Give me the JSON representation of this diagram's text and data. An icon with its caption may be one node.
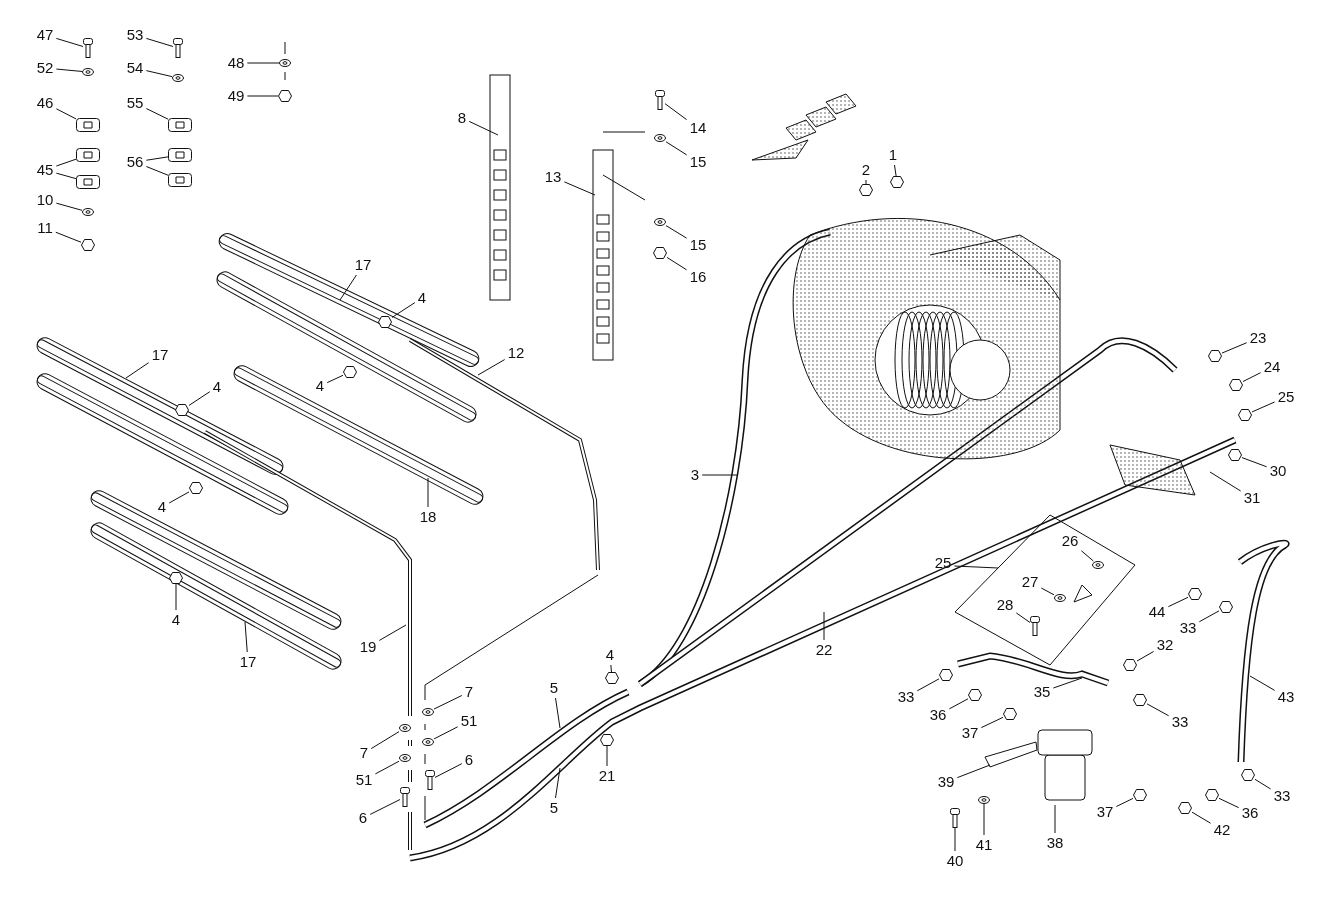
{
  "diagram": {
    "nodes": [
      {
        "text": [
          "47"
        ]
      },
      {
        "text": [
          "52"
        ]
      },
      {
        "text": [
          "46"
        ]
      },
      {
        "text": [
          "45"
        ]
      },
      {
        "text": [
          "10"
        ]
      },
      {
        "text": [
          "11"
        ]
      },
      {
        "text": [
          "53"
        ]
      },
      {
        "text": [
          "54"
        ]
      },
      {
        "text": [
          "55"
        ]
      },
      {
        "text": [
          "56"
        ]
      },
      {
        "text": [
          "48"
        ]
      },
      {
        "text": [
          "49"
        ]
      },
      {
        "text": [
          "8"
        ]
      },
      {
        "text": [
          "13"
        ]
      },
      {
        "text": [
          "14"
        ]
      },
      {
        "text": [
          "15"
        ]
      },
      {
        "text": [
          "15"
        ]
      },
      {
        "text": [
          "16"
        ]
      },
      {
        "text": [
          "2"
        ]
      },
      {
        "text": [
          "1"
        ]
      },
      {
        "text": [
          "17"
        ]
      },
      {
        "text": [
          "4"
        ]
      },
      {
        "text": [
          "12"
        ]
      },
      {
        "text": [
          "17"
        ]
      },
      {
        "text": [
          "4"
        ]
      },
      {
        "text": [
          "4"
        ]
      },
      {
        "text": [
          "3"
        ]
      },
      {
        "text": [
          "18"
        ]
      },
      {
        "text": [
          "4"
        ]
      },
      {
        "text": [
          "19"
        ]
      },
      {
        "text": [
          "4"
        ]
      },
      {
        "text": [
          "17"
        ]
      },
      {
        "text": [
          "23"
        ]
      },
      {
        "text": [
          "24"
        ]
      },
      {
        "text": [
          "25"
        ]
      },
      {
        "text": [
          "30"
        ]
      },
      {
        "text": [
          "31"
        ]
      },
      {
        "text": [
          "26"
        ],
        "in": 122
      },
      {
        "text": [
          "25"
        ]
      },
      {
        "text": [
          "27"
        ],
        "in": 122
      },
      {
        "text": [
          "28"
        ],
        "in": 122
      },
      {
        "text": [
          "44"
        ]
      },
      {
        "text": [
          "33"
        ]
      },
      {
        "text": [
          "22"
        ]
      },
      {
        "text": [
          "32"
        ]
      },
      {
        "text": [
          "4"
        ]
      },
      {
        "text": [
          "43"
        ]
      },
      {
        "text": [
          "5"
        ]
      },
      {
        "text": [
          "7"
        ]
      },
      {
        "text": [
          "33"
        ]
      },
      {
        "text": [
          "35"
        ]
      },
      {
        "text": [
          "33"
        ]
      },
      {
        "text": [
          "51"
        ]
      },
      {
        "text": [
          "36"
        ]
      },
      {
        "text": [
          "37"
        ]
      },
      {
        "text": [
          "7"
        ]
      },
      {
        "text": [
          "21"
        ]
      },
      {
        "text": [
          "51"
        ]
      },
      {
        "text": [
          "6"
        ]
      },
      {
        "text": [
          "5"
        ]
      },
      {
        "text": [
          "39"
        ]
      },
      {
        "text": [
          "37"
        ]
      },
      {
        "text": [
          "36"
        ]
      },
      {
        "text": [
          "33"
        ]
      },
      {
        "text": [
          "6"
        ]
      },
      {
        "text": [
          "42"
        ]
      },
      {
        "text": [
          "40"
        ]
      },
      {
        "text": [
          "41"
        ]
      },
      {
        "text": [
          "38"
        ]
      },
      {
        "text": [],
        "shape": "bolt"
      },
      {
        "text": [],
        "shape": "washer"
      },
      {
        "text": [],
        "shape": "clamp"
      },
      {
        "text": [],
        "shape": "clamp"
      },
      {
        "text": [],
        "shape": "clamp"
      },
      {
        "text": [],
        "shape": "washer"
      },
      {
        "text": [],
        "shape": "nut"
      },
      {
        "text": [],
        "shape": "bolt"
      },
      {
        "text": [],
        "shape": "washer"
      },
      {
        "text": [],
        "shape": "clamp"
      },
      {
        "text": [],
        "shape": "clamp"
      },
      {
        "text": [],
        "shape": "clamp"
      },
      {
        "text": [],
        "shape": "washer"
      },
      {
        "text": [],
        "shape": "nut"
      },
      {
        "text": [],
        "shape": "bolt"
      },
      {
        "text": [],
        "shape": "washer"
      },
      {
        "text": [],
        "shape": "washer"
      },
      {
        "text": [],
        "shape": "nut"
      },
      {
        "text": [],
        "shape": "nut"
      },
      {
        "text": [],
        "shape": "nut"
      },
      {
        "text": [],
        "shape": "nut"
      },
      {
        "text": [],
        "shape": "nut"
      },
      {
        "text": [],
        "shape": "nut"
      },
      {
        "text": [],
        "shape": "nut"
      },
      {
        "text": [],
        "shape": "nut"
      },
      {
        "text": [],
        "shape": "nut"
      },
      {
        "text": [],
        "shape": "nut"
      },
      {
        "text": [],
        "shape": "nut"
      },
      {
        "text": [],
        "shape": "nut"
      },
      {
        "text": [],
        "shape": "washer",
        "in": 122
      },
      {
        "text": [],
        "shape": "washer",
        "in": 122
      },
      {
        "text": [],
        "shape": "bolt",
        "in": 122
      },
      {
        "text": [],
        "shape": "nut"
      },
      {
        "text": [],
        "shape": "nut"
      },
      {
        "text": [],
        "shape": "nut"
      },
      {
        "text": [],
        "shape": "nut"
      },
      {
        "text": [],
        "shape": "washer"
      },
      {
        "text": [],
        "shape": "nut"
      },
      {
        "text": [],
        "shape": "nut"
      },
      {
        "text": [],
        "shape": "washer"
      },
      {
        "text": [],
        "shape": "nut"
      },
      {
        "text": [],
        "shape": "nut"
      },
      {
        "text": [],
        "shape": "washer"
      },
      {
        "text": [],
        "shape": "nut"
      },
      {
        "text": [],
        "shape": "washer"
      },
      {
        "text": [],
        "shape": "bolt"
      },
      {
        "text": [],
        "shape": "nut"
      },
      {
        "text": [],
        "shape": "nut"
      },
      {
        "text": [],
        "shape": "nut"
      },
      {
        "text": [],
        "shape": "bolt"
      },
      {
        "text": [],
        "shape": "nut"
      },
      {
        "text": [],
        "shape": "bolt"
      },
      {
        "text": [],
        "shape": "washer"
      },
      {
        "text": [],
        "shape": "bracket"
      }
    ],
    "edges": [
      {
        "from": 0,
        "to": 69,
        "arrow": "none"
      },
      {
        "from": 1,
        "to": 70,
        "arrow": "none"
      },
      {
        "from": 2,
        "to": 71,
        "arrow": "none"
      },
      {
        "from": 3,
        "to": 72,
        "arrow": "none"
      },
      {
        "from": 3,
        "to": 73,
        "arrow": "none"
      },
      {
        "from": 4,
        "to": 74,
        "arrow": "none"
      },
      {
        "from": 5,
        "to": 75,
        "arrow": "none"
      },
      {
        "from": 6,
        "to": 76,
        "arrow": "none"
      },
      {
        "from": 7,
        "to": 77,
        "arrow": "none"
      },
      {
        "from": 8,
        "to": 78,
        "arrow": "none"
      },
      {
        "from": 9,
        "to": 79,
        "arrow": "none"
      },
      {
        "from": 9,
        "to": 80,
        "arrow": "none"
      },
      {
        "from": 10,
        "to": 81,
        "arrow": "none"
      },
      {
        "from": 11,
        "to": 82,
        "arrow": "none"
      },
      {
        "from": 12,
        "to": null,
        "arrow": "none"
      },
      {
        "from": 13,
        "to": null,
        "arrow": "none"
      },
      {
        "from": 14,
        "to": 83,
        "arrow": "none"
      },
      {
        "from": 15,
        "to": 84,
        "arrow": "none"
      },
      {
        "from": 16,
        "to": 85,
        "arrow": "none"
      },
      {
        "from": 17,
        "to": 86,
        "arrow": "none"
      },
      {
        "from": 18,
        "to": 87,
        "arrow": "none"
      },
      {
        "from": 19,
        "to": 88,
        "arrow": "none"
      },
      {
        "from": 20,
        "to": null,
        "arrow": "none"
      },
      {
        "from": 21,
        "to": 89,
        "arrow": "none"
      },
      {
        "from": 22,
        "to": null,
        "arrow": "none"
      },
      {
        "from": 23,
        "to": null,
        "arrow": "none"
      },
      {
        "from": 24,
        "to": 90,
        "arrow": "none"
      },
      {
        "from": 25,
        "to": 91,
        "arrow": "none"
      },
      {
        "from": 26,
        "to": null,
        "arrow": "none"
      },
      {
        "from": 27,
        "to": null,
        "arrow": "none"
      },
      {
        "from": 28,
        "to": 92,
        "arrow": "none"
      },
      {
        "from": 29,
        "to": null,
        "arrow": "none"
      },
      {
        "from": 30,
        "to": 93,
        "arrow": "none"
      },
      {
        "from": 31,
        "to": null,
        "arrow": "none"
      },
      {
        "from": 32,
        "to": 94,
        "arrow": "none"
      },
      {
        "from": 33,
        "to": 95,
        "arrow": "none"
      },
      {
        "from": 34,
        "to": 96,
        "arrow": "none"
      },
      {
        "from": 35,
        "to": 97,
        "arrow": "none"
      },
      {
        "from": 36,
        "to": null,
        "arrow": "none"
      },
      {
        "from": 37,
        "to": 98,
        "arrow": "none"
      },
      {
        "from": 38,
        "to": 122,
        "arrow": "none"
      },
      {
        "from": 39,
        "to": 99,
        "arrow": "none"
      },
      {
        "from": 40,
        "to": 100,
        "arrow": "none"
      },
      {
        "from": 41,
        "to": 101,
        "arrow": "none"
      },
      {
        "from": 42,
        "to": 102,
        "arrow": "none"
      },
      {
        "from": 43,
        "to": null,
        "arrow": "none"
      },
      {
        "from": 44,
        "to": 103,
        "arrow": "none"
      },
      {
        "from": 45,
        "to": 104,
        "arrow": "none"
      },
      {
        "from": 46,
        "to": null,
        "arrow": "none"
      },
      {
        "from": 47,
        "to": null,
        "arrow": "none"
      },
      {
        "from": 48,
        "to": 105,
        "arrow": "none"
      },
      {
        "from": 49,
        "to": 106,
        "arrow": "none"
      },
      {
        "from": 50,
        "to": null,
        "arrow": "none"
      },
      {
        "from": 51,
        "to": 107,
        "arrow": "none"
      },
      {
        "from": 52,
        "to": 108,
        "arrow": "none"
      },
      {
        "from": 53,
        "to": 109,
        "arrow": "none"
      },
      {
        "from": 54,
        "to": 110,
        "arrow": "none"
      },
      {
        "from": 55,
        "to": 111,
        "arrow": "none"
      },
      {
        "from": 56,
        "to": 112,
        "arrow": "none"
      },
      {
        "from": 57,
        "to": 113,
        "arrow": "none"
      },
      {
        "from": 58,
        "to": 114,
        "arrow": "none"
      },
      {
        "from": 59,
        "to": null,
        "arrow": "none"
      },
      {
        "from": 60,
        "to": null,
        "arrow": "none"
      },
      {
        "from": 61,
        "to": 115,
        "arrow": "none"
      },
      {
        "from": 62,
        "to": 116,
        "arrow": "none"
      },
      {
        "from": 63,
        "to": 117,
        "arrow": "none"
      },
      {
        "from": 64,
        "to": 118,
        "arrow": "none"
      },
      {
        "from": 65,
        "to": 119,
        "arrow": "none"
      },
      {
        "from": 66,
        "to": 120,
        "arrow": "none"
      },
      {
        "from": 67,
        "to": 121,
        "arrow": "none"
      },
      {
        "from": 68,
        "to": null,
        "arrow": "none"
      }
    ]
  }
}
